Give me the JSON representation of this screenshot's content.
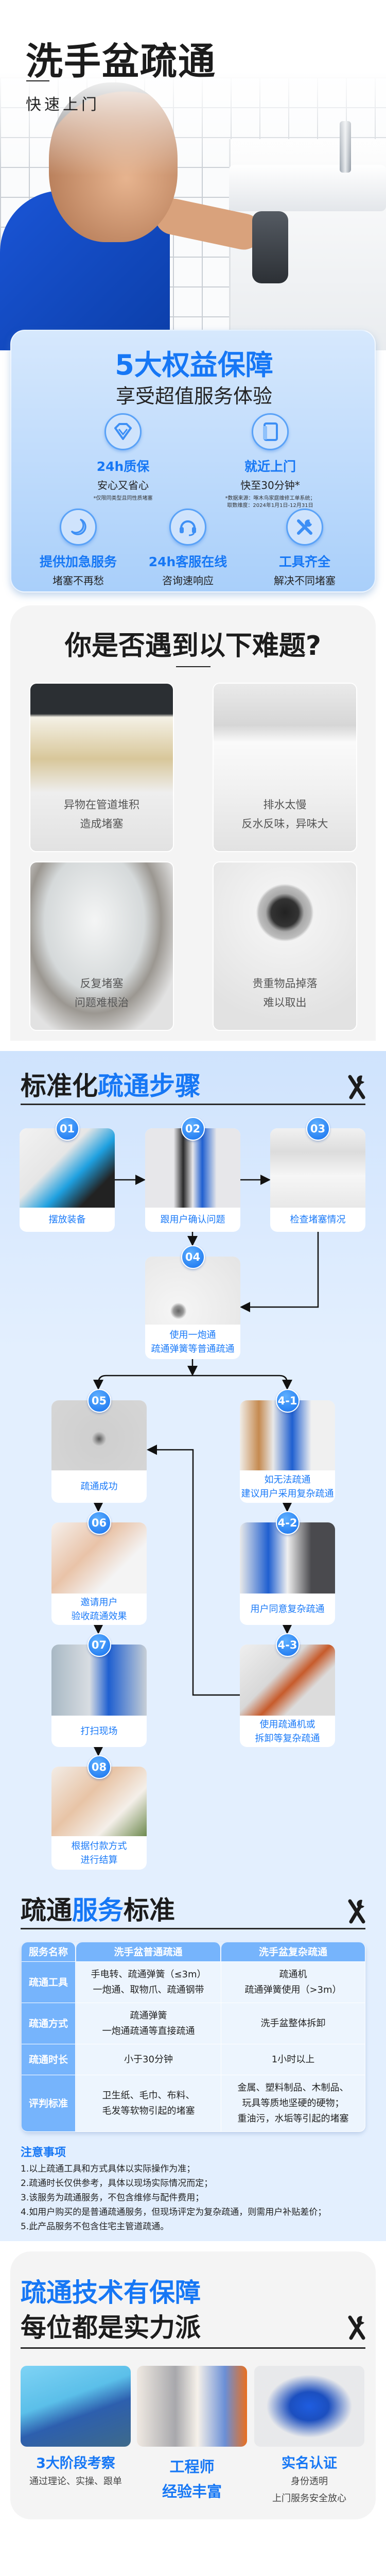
{
  "hero": {
    "title": "洗手盆疏通",
    "subtitle": "快速上门"
  },
  "benefits": {
    "title": "5大权益保障",
    "subtitle": "享受超值服务体验",
    "items": [
      {
        "icon": "diamond-icon",
        "label": "24h质保",
        "desc": "安心又省心",
        "note": "*仅限同类型且同性质堵塞"
      },
      {
        "icon": "door-icon",
        "label": "就近上门",
        "desc": "快至30分钟*",
        "note": "*数据来源：啄木鸟家庭维修工单系统；\n取数维度：2024年1月1日-12月31日"
      },
      {
        "icon": "moon-icon",
        "label": "提供加急服务",
        "desc": "堵塞不再愁"
      },
      {
        "icon": "headset-icon",
        "label": "24h客服在线",
        "desc": "咨询速响应"
      },
      {
        "icon": "tools-icon",
        "label": "工具齐全",
        "desc": "解决不同堵塞"
      }
    ]
  },
  "problems": {
    "title": "你是否遇到以下难题?",
    "items": [
      {
        "line1": "异物在管道堆积",
        "line2": "造成堵塞"
      },
      {
        "line1": "排水太慢",
        "line2": "反水反味，异味大"
      },
      {
        "line1": "反复堵塞",
        "line2": "问题难根治"
      },
      {
        "line1": "贵重物品掉落",
        "line2": "难以取出"
      }
    ]
  },
  "steps": {
    "title_black": "标准化",
    "title_blue": "疏通步骤",
    "items": [
      {
        "badge": "01",
        "label": "摆放装备"
      },
      {
        "badge": "02",
        "label": "跟用户确认问题"
      },
      {
        "badge": "03",
        "label": "检查堵塞情况"
      },
      {
        "badge": "04",
        "label": "使用一炮通\n疏通弹簧等普通疏通"
      },
      {
        "badge": "05",
        "label": "疏通成功"
      },
      {
        "badge": "06",
        "label": "邀请用户\n验收疏通效果"
      },
      {
        "badge": "07",
        "label": "打扫现场"
      },
      {
        "badge": "08",
        "label": "根据付款方式\n进行结算"
      },
      {
        "badge": "4-1",
        "label": "如无法疏通\n建议用户采用复杂疏通"
      },
      {
        "badge": "4-2",
        "label": "用户同意复杂疏通"
      },
      {
        "badge": "4-3",
        "label": "使用疏通机或\n拆卸等复杂疏通"
      }
    ]
  },
  "standard": {
    "title_black1": "疏通",
    "title_blue": "服务",
    "title_black2": "标准",
    "columns": [
      "服务名称",
      "洗手盆普通疏通",
      "洗手盆复杂疏通"
    ],
    "rows": [
      {
        "name": "疏通工具",
        "normal": "手电转、疏通弹簧（≤3m）\n一炮通、取物爪、疏通钢带",
        "complex": "疏通机\n疏通弹簧使用（>3m）"
      },
      {
        "name": "疏通方式",
        "normal": "疏通弹簧\n一炮通疏通等直接疏通",
        "complex": "洗手盆整体拆卸"
      },
      {
        "name": "疏通时长",
        "normal": "小于30分钟",
        "complex": "1小时以上"
      },
      {
        "name": "评判标准",
        "normal": "卫生纸、毛巾、布料、\n毛发等软物引起的堵塞",
        "complex": "金属、塑料制品、木制品、\n玩具等质地坚硬的硬物；\n重油污，水垢等引起的堵塞"
      }
    ],
    "notes_title": "注意事项",
    "notes": [
      "1.以上疏通工具和方式具体以实际操作为准；",
      "2.疏通时长仅供参考，具体以现场实际情况而定；",
      "3.该服务为疏通服务，不包含维修与配件费用；",
      "4.如用户购买的是普通疏通服务，但现场评定为复杂疏通，则需用户补贴差价；",
      "5.此产品服务不包含住宅主管道疏通。"
    ]
  },
  "tech": {
    "title_blue": "疏通技术有保障",
    "title_black": "每位都是实力派",
    "items": [
      {
        "blue": "3大阶段考察",
        "gray": "通过理论、实操、跟单"
      },
      {
        "blue": "工程师\n经验丰富",
        "gray": ""
      },
      {
        "blue": "实名认证",
        "gray": "身份透明\n上门服务安全放心"
      }
    ]
  },
  "colors": {
    "accent": "#1677f5",
    "table_header": "#76b4fc",
    "steps_bg": "#e3effe",
    "gray_card": "#f4f4f4"
  }
}
